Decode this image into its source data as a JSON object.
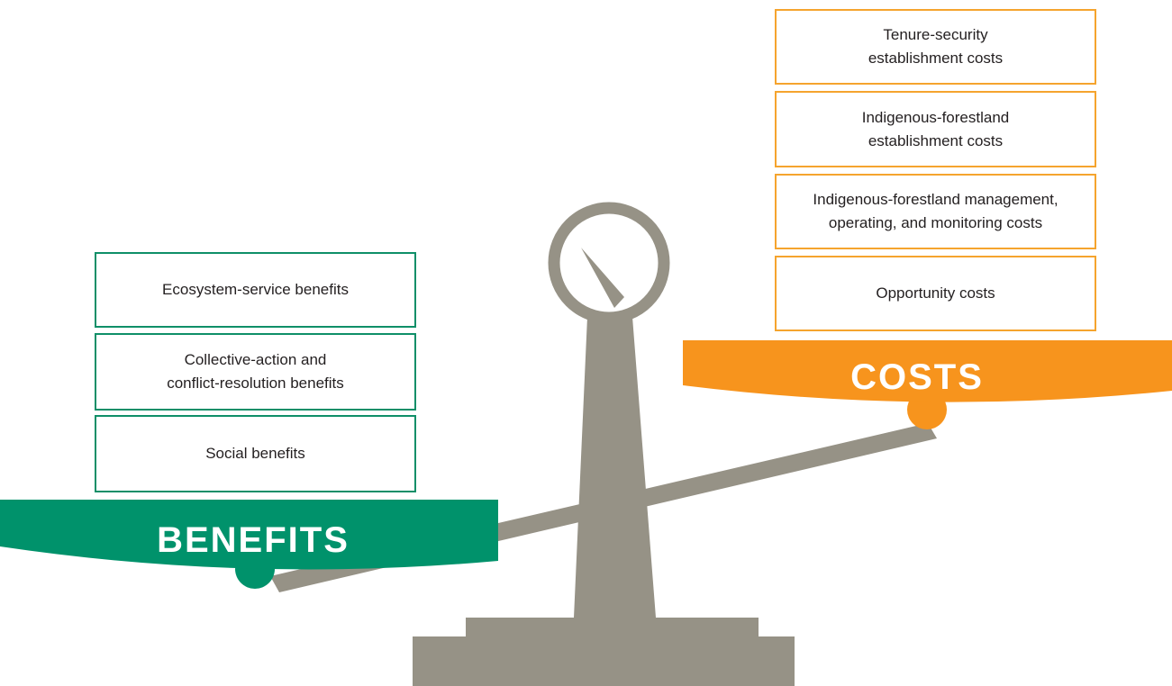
{
  "colors": {
    "benefits": "#00926b",
    "costs": "#f7941d",
    "scale": "#969286",
    "benefit_border": "#0f8f68",
    "cost_border": "#f5a42e"
  },
  "benefits": {
    "label": "BENEFITS",
    "items": [
      "Ecosystem-service benefits",
      "Collective-action and\nconflict-resolution benefits",
      "Social benefits"
    ]
  },
  "costs": {
    "label": "COSTS",
    "items": [
      "Tenure-security\nestablishment costs",
      "Indigenous-forestland\nestablishment costs",
      "Indigenous-forestland management,\noperating, and monitoring costs",
      "Opportunity costs"
    ]
  }
}
